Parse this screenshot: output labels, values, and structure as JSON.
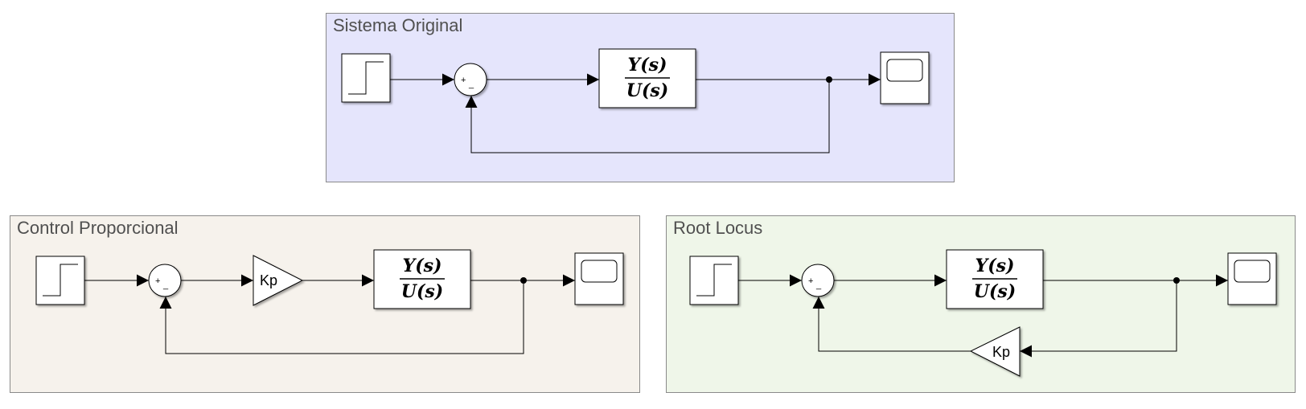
{
  "areas": {
    "original": {
      "title": "Sistema Original"
    },
    "proportional": {
      "title": "Control Proporcional"
    },
    "rootlocus": {
      "title": "Root Locus"
    }
  },
  "blocks": {
    "transfer_function": {
      "numerator": "Y(s)",
      "denominator": "U(s)"
    },
    "gain": {
      "label": "Kp"
    },
    "sum": {
      "plus": "+",
      "minus": "_"
    }
  },
  "colors": {
    "original_bg": "#e5e5fc",
    "proportional_bg": "#f6f2ec",
    "rootlocus_bg": "#eff6e9",
    "line": "#000000"
  }
}
